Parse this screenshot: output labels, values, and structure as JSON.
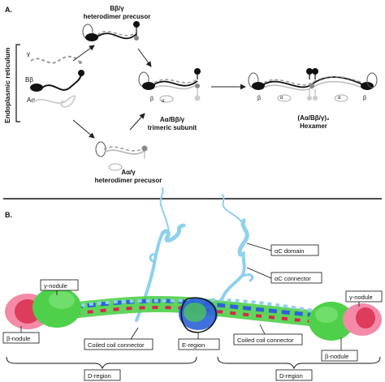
{
  "panel_a": {
    "letter": "A.",
    "er_label": "Endoplasmic reticulum",
    "chain_labels": {
      "gamma": "γ",
      "bbeta": "Bβ",
      "aalpha": "Aα"
    },
    "bg_precursor": {
      "line1": "Bβ/γ",
      "line2": "heterodimer precusor"
    },
    "ag_precursor": {
      "line1": "Aα/γ",
      "line2": "heterodimer precusor"
    },
    "trimeric": {
      "line1": "Aα/Bβ/γ",
      "line2": "trimeric subunit"
    },
    "hexamer": {
      "line1": "(Aα/Bβ/γ)₂",
      "line2": "Hexamer"
    },
    "greek": {
      "gamma": "γ",
      "beta": "β",
      "alpha": "α"
    }
  },
  "panel_b": {
    "letter": "B.",
    "callouts": {
      "ac_domain": "αC domain",
      "ac_connector": "αC connector",
      "gamma_nodule_left": "γ-nodule",
      "gamma_nodule_right": "γ-nodule",
      "beta_nodule_left": "β-nodule",
      "beta_nodule_right": "β-nodule",
      "coiled_left": "Coiled coil connector",
      "coiled_right": "Coiled coil connector",
      "e_region": "E-region"
    },
    "regions": {
      "left": "D-region",
      "right": "D-region"
    }
  },
  "colors": {
    "gamma_green": "#4fd04a",
    "beta_red": "#d8284a",
    "pink": "#f48aa8",
    "alpha_blue": "#2c62d8",
    "light_blue": "#8ed0ee"
  }
}
